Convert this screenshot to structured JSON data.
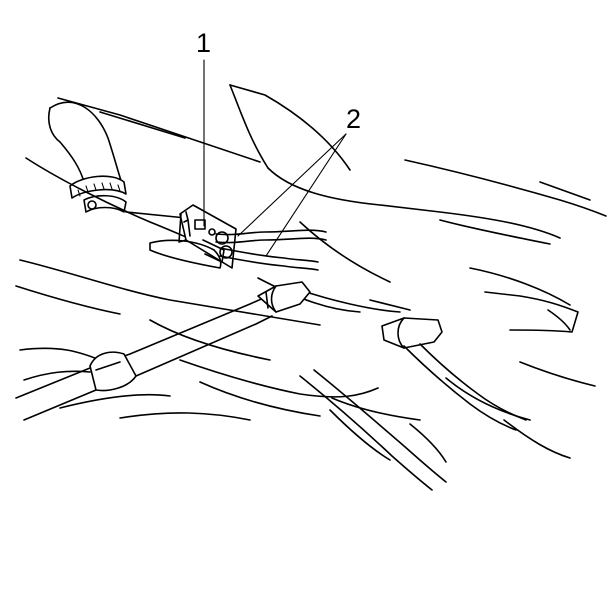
{
  "illustration": {
    "callouts": [
      {
        "id": "1",
        "label": "1"
      },
      {
        "id": "2",
        "label": "2"
      }
    ]
  }
}
